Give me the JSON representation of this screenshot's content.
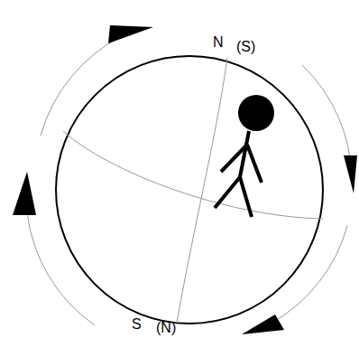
{
  "diagram": {
    "labels": [
      "N",
      "(S)",
      "S",
      "(N)"
    ]
  }
}
